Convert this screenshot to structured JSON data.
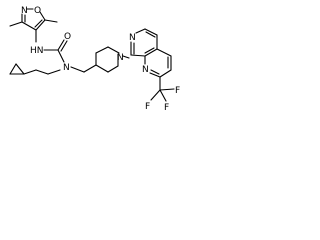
{
  "molecule": {
    "atoms": {
      "isoxazole_n": "N",
      "isoxazole_o": "O",
      "urea_nh": "HN",
      "urea_o": "O",
      "urea_n": "N",
      "piperidine_n": "N",
      "naphthyridine_n1": "N",
      "naphthyridine_n2": "N",
      "f_top": "F",
      "f_mid": "F",
      "f_bottom": "F"
    }
  },
  "colors": {
    "bond": "#000000",
    "text": "#000000",
    "background": "#ffffff"
  }
}
